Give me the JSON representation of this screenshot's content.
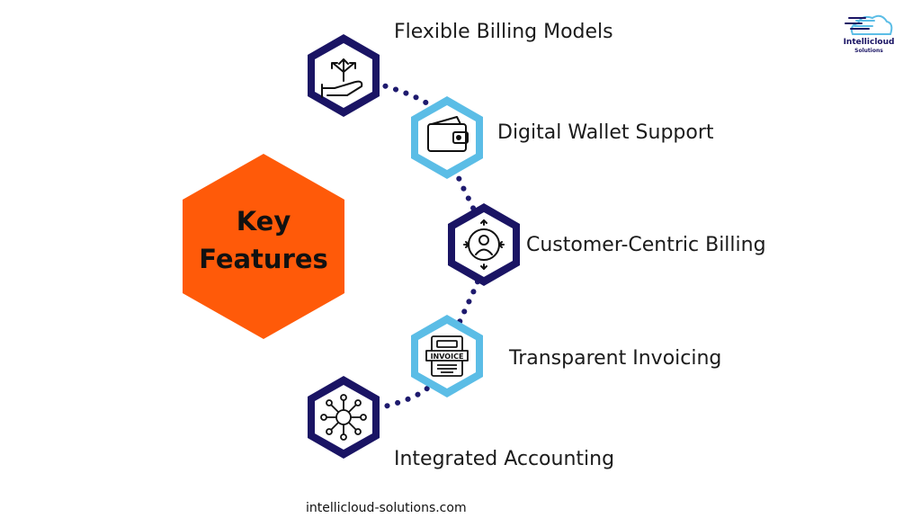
{
  "center": {
    "line1": "Key",
    "line2": "Features"
  },
  "features": [
    {
      "label": "Flexible Billing Models",
      "icon": "hand-arrows-icon"
    },
    {
      "label": "Digital Wallet Support",
      "icon": "wallet-icon"
    },
    {
      "label": "Customer-Centric Billing",
      "icon": "customer-cycle-icon"
    },
    {
      "label": "Transparent Invoicing",
      "icon": "invoice-icon"
    },
    {
      "label": "Integrated Accounting",
      "icon": "network-hub-icon"
    }
  ],
  "brand": {
    "name": "Intellicloud",
    "sub": "Solutions"
  },
  "footer": {
    "url": "intellicloud-solutions.com"
  },
  "colors": {
    "accent_orange": "#ff5a09",
    "navy": "#1a1464",
    "sky": "#5bbde6",
    "dots": "#1e1a6e"
  }
}
